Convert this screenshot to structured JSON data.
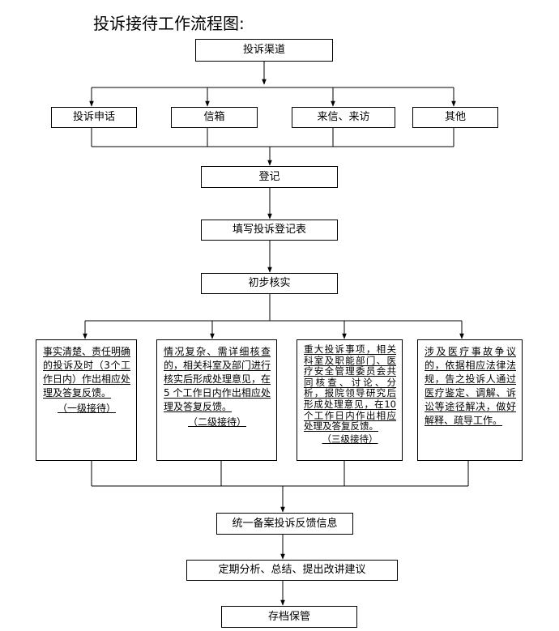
{
  "title": "投诉接待工作流程图:",
  "nodes": {
    "channel": "投诉渠道",
    "phone": "投诉申话",
    "mailbox": "信箱",
    "visit": "来信、来访",
    "other": "其他",
    "register": "登记",
    "form": "填写投诉登记表",
    "verify": "初步核实",
    "unify": "统一备案投诉反馈信息",
    "analyze": "定期分析、总结、提出改讲建议",
    "archive": "存档保管"
  },
  "levels": [
    {
      "text": "事实清楚、责任明确的投诉及时（3个工作日内）作出相应处理及答复反馈。",
      "level": "（一级接待）"
    },
    {
      "text": "情况复杂、需详细核查的，相关科室及部门进行核实后形成处理意见，在 5 个工作日内作出相应处理及答复反馈。",
      "level": "（二级接待）"
    },
    {
      "text": "重大投诉事项，相关科室及职能部门、医疗安全管理委员会共同核查、讨论、分析，报院领导研究后形成处理意见，在10个工作日内作出相应处理及答复反馈。",
      "level": "（三级接待）"
    },
    {
      "text": "涉及医疗事故争议的，依据相应法律法规，告之投诉人通过医疗鉴定、调解、诉讼等途径解决，做好解释、疏导工作。",
      "level": ""
    }
  ]
}
